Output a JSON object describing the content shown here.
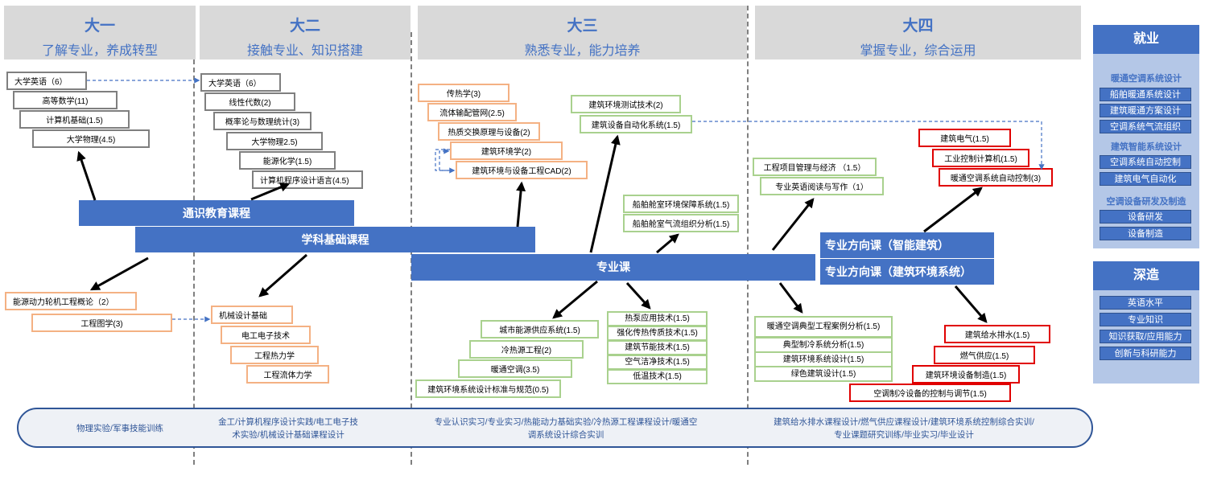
{
  "years": [
    {
      "name": "大一",
      "subtitle": "了解专业，养成转型"
    },
    {
      "name": "大二",
      "subtitle": "接触专业、知识搭建"
    },
    {
      "name": "大三",
      "subtitle": "熟悉专业，能力培养"
    },
    {
      "name": "大四",
      "subtitle": "掌握专业，综合运用"
    }
  ],
  "bands": {
    "general": "通识教育课程",
    "basic": "学科基础课程",
    "major": "专业课",
    "dir1": "专业方向课（智能建筑）",
    "dir2": "专业方向课（建筑环境系统）"
  },
  "courses": {
    "y1_general": [
      "大学英语（6）",
      "高等数学(11)",
      "计算机基础(1.5)",
      "大学物理(4.5)"
    ],
    "y1_basic": [
      "能源动力轮机工程概论（2）",
      "工程图学(3)"
    ],
    "y2_general": [
      "大学英语（6）",
      "线性代数(2)",
      "概率论与数理统计(3)",
      "大学物理2.5)",
      "能源化学(1.5)",
      "计算机程序设计语言(4.5)"
    ],
    "y2_basic": [
      "机械设计基础",
      "电工电子技术",
      "工程热力学",
      "工程流体力学"
    ],
    "y3_orange": [
      "传热学(3)",
      "流体输配管网(2.5)",
      "热质交换原理与设备(2)",
      "建筑环境学(2)",
      "建筑环境与设备工程CAD(2)"
    ],
    "y3_test": [
      "建筑环境测试技术(2)",
      "建筑设备自动化系统(1.5)"
    ],
    "y3_ship": [
      "船舶舱室环境保障系统(1.5)",
      "船舶舱室气流组织分析(1.5)"
    ],
    "y3_stairs": [
      "城市能源供应系统(1.5)",
      "冷热源工程(2)",
      "暖通空调(3.5)",
      "建筑环境系统设计标准与规范(0.5)"
    ],
    "y3_list": [
      "热泵应用技术(1.5)",
      "强化传热传质技术(1.5)",
      "建筑节能技术(1.5)",
      "空气洁净技术(1.5)",
      "低温技术(1.5)"
    ],
    "y4_mgmt": [
      "工程项目管理与经济 （1.5）",
      "专业英语阅读与写作（1）"
    ],
    "y4_hvac": [
      "暖通空调典型工程案例分析(1.5)",
      "典型制冷系统分析(1.5)",
      "建筑环境系统设计(1.5)",
      "绿色建筑设计(1.5)"
    ],
    "y4_smart": [
      "建筑电气(1.5)",
      "工业控制计算机(1.5)",
      "暖通空调系统自动控制(3)"
    ],
    "y4_env": [
      "建筑给水排水(1.5)",
      "燃气供应(1.5)",
      "建筑环境设备制造(1.5)",
      "空调制冷设备的控制与调节(1.5)"
    ]
  },
  "employment": {
    "title": "就业",
    "groups": [
      {
        "category": "暖通空调系统设计",
        "items": [
          "船舶暖通系统设计",
          "建筑暖通方案设计",
          "空调系统气流组织"
        ]
      },
      {
        "category": "建筑智能系统设计",
        "items": [
          "空调系统自动控制",
          "建筑电气自动化"
        ]
      },
      {
        "category": "空调设备研发及制造",
        "items": [
          "设备研发",
          "设备制造"
        ]
      }
    ]
  },
  "advanced": {
    "title": "深造",
    "items": [
      "英语水平",
      "专业知识",
      "知识获取/应用能力",
      "创新与科研能力"
    ]
  },
  "practice": [
    "物理实验/军事技能训练",
    "金工/计算机程序设计实践/电工电子技\n术实验/机械设计基础课程设计",
    "专业认识实习/专业实习/热能动力基础实验/冷热源工程课程设计/暖通空\n调系统设计综合实训",
    "建筑给水排水课程设计/燃气供应课程设计/建筑环境系统控制综合实训/\n专业课题研究训练/毕业实习/毕业设计"
  ]
}
